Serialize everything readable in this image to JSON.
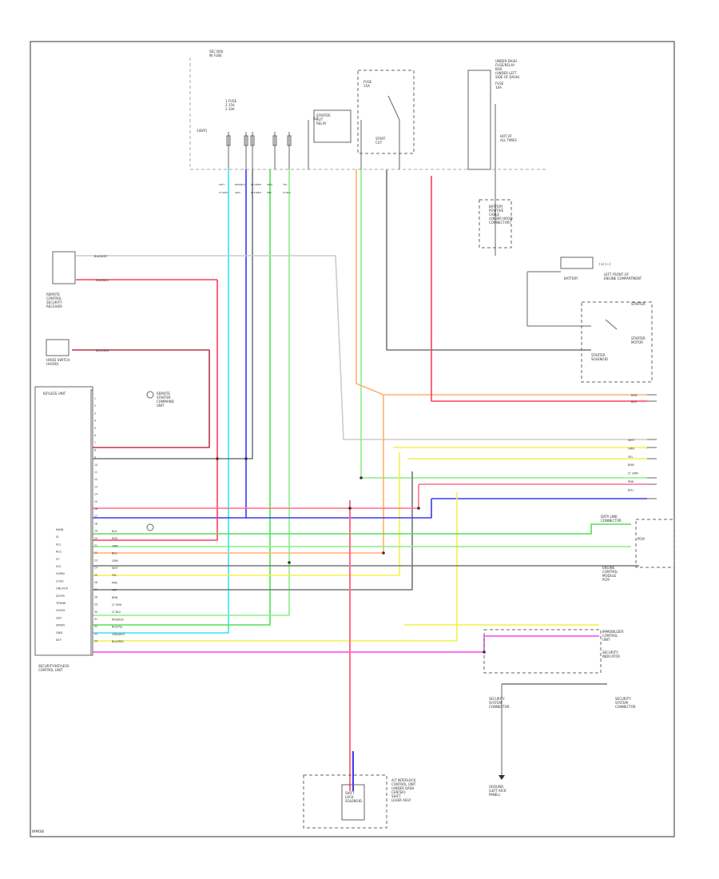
{
  "colors": {
    "frame": "#555555",
    "component": "#666666",
    "dashed": "#aaaaaa",
    "text": "#333333",
    "wire_red": "#ff3b5c",
    "wire_pink": "#ff6f8a",
    "wire_cyan": "#33e6f2",
    "wire_blue": "#3a3af0",
    "wire_green": "#55e055",
    "wire_lightgreen": "#88ee88",
    "wire_orange": "#ffb070",
    "wire_yellow": "#f2f24a",
    "wire_magenta": "#ff44ee",
    "wire_gray": "#777777",
    "wire_darkred": "#c0304a",
    "wire_white": "#cccccc"
  },
  "labels": {
    "page_corner": "IMMOBI",
    "top_block": "SEC BOX\nIN FUSE",
    "top_block_pin": "1(BAT)",
    "fuse_stack": "1 FUSE\n2 15A\n3 10A",
    "relay_center": "STARTER\nCUT\nRELAY",
    "relay_top": "FUSE\n15A",
    "relay_sub": "START\nCUT",
    "right_top_block": "UNDER-DASH\nFUSE/RELAY\nBOX\n(UNDER LEFT\nSIDE OF DASH)",
    "right_top_fuse": "FUSE\n10A",
    "right_top_pin": "HOT AT\nALL TIMES",
    "right_top_sub": "BATTERY\nPOSITIVE\nCABLE\n(UNDER HOOD\nCONNECTOR)",
    "battery_label": "BATTERY",
    "battery_note": "LEFT FRONT OF\nENGINE COMPARTMENT",
    "starter_title": "STARTER",
    "starter_sub": "STARTER\nSOLENOID",
    "starter_pin": "STARTER\nMOTOR",
    "left_switch": "REMOTE\nCONTROL\nSECURITY\nRECEIVER",
    "left_sensor": "HOOD SWITCH\n(HOOD)",
    "left_sensor_wire": "BLK/WHT",
    "left_switch_wire": "RED/BLU",
    "left_sensor_wire2": "BLU/GRN",
    "module_header": "KEYLESS UNIT",
    "module_label": "SECURITY/KEYLESS\nCONTROL UNIT",
    "dome_label": "REMOTE\nSTARTER\nCOMMAND\nUNIT",
    "module_pins": [
      "BLK",
      "RED",
      "ORN",
      "BLU",
      "GRN",
      "WHT",
      "YEL",
      "PNK",
      "GRY",
      "BRN",
      "LT GRN",
      "LT BLU",
      "RED/BLK",
      "BLK/YEL",
      "GRN/WHT",
      "BLU/RED"
    ],
    "module_row_labels": [
      "MAIN",
      "IG",
      "IG1",
      "ACC",
      "ST",
      "IG2",
      "HORN",
      "LOCK",
      "UNLOCK",
      "DOOR",
      "TRUNK",
      "HOOD",
      "LED",
      "SIREN",
      "GND",
      "KEY"
    ],
    "right_connector_top": [
      "RED",
      "BLK"
    ],
    "right_connector_mid": [
      "WHT",
      "GRN",
      "YEL",
      "BRN",
      "LT GRN",
      "PNK",
      "BLU"
    ],
    "right_module_1": "DATA LINK\nCONNECTOR",
    "right_module_2": "ENGINE\nCONTROL\nMODULE\nPCM",
    "right_module_3": "IMMOBILIZER\nCONTROL\nUNIT",
    "right_module_4": "SECURITY\nINDICATOR",
    "bottom_right_left": "SECURITY\nSYSTEM\nCONNECTOR",
    "bottom_right_right": "SECURITY\nSYSTEM\nCONNECTOR",
    "bottom_ground": "GROUND\n(LEFT KICK\nPANEL)",
    "bottom_solenoid": "SHIFT\nLOCK\nSOLENOID",
    "bottom_solenoid_note": "A/T INTERLOCK\nCONTROL UNIT\n(UNDER DASH\nCENTER)\nSHIFT\nLEVER ASSY",
    "wire_codes": [
      "WHT",
      "RED/BLK",
      "BLU/RED",
      "ORN",
      "YEL",
      "LT GRN",
      "GRN",
      "BLK/RED",
      "PNK",
      "LT BLU"
    ]
  }
}
